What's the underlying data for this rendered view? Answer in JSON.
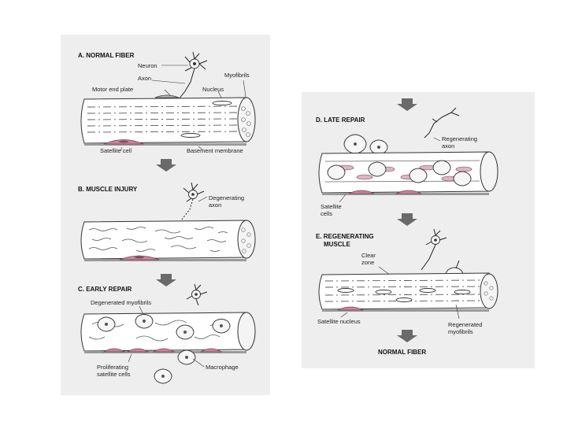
{
  "panels": {
    "a": {
      "title": "A. NORMAL FIBER",
      "labels": {
        "neuron": "Neuron",
        "axon": "Axon",
        "motor_end_plate": "Motor end plate",
        "nucleus": "Nucleus",
        "myofibrils": "Myofibrils",
        "satellite_cell": "Satellite cell",
        "basement_membrane": "Basement membrane"
      }
    },
    "b": {
      "title": "B. MUSCLE INJURY",
      "labels": {
        "degenerating_axon_1": "Degenerating",
        "degenerating_axon_2": "axon"
      }
    },
    "c": {
      "title": "C. EARLY REPAIR",
      "labels": {
        "degenerated_myofibrils": "Degenerated myofibrils",
        "proliferating_1": "Proliferating",
        "proliferating_2": "satellite cells",
        "macrophage": "Macrophage"
      }
    },
    "d": {
      "title": "D. LATE REPAIR",
      "labels": {
        "regenerating_axon_1": "Regenerating",
        "regenerating_axon_2": "axon",
        "satellite_cells_1": "Satellite",
        "satellite_cells_2": "cells"
      }
    },
    "e": {
      "title_1": "E. REGENERATING",
      "title_2": "MUSCLE",
      "labels": {
        "clear_zone_1": "Clear",
        "clear_zone_2": "zone",
        "satellite_nucleus": "Satellite nucleus",
        "regenerated_1": "Regenerated",
        "regenerated_2": "myofibrils"
      }
    },
    "final": {
      "title": "NORMAL FIBER"
    }
  },
  "colors": {
    "panel_background": "#eeeeef",
    "satellite_cell": "#c7879b",
    "arrow": "#6a6a6a"
  }
}
